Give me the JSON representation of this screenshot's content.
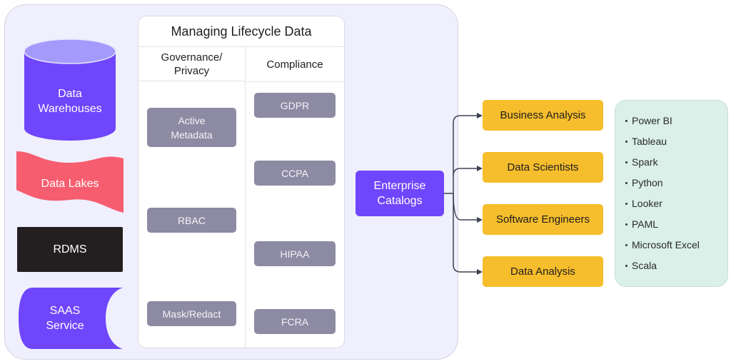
{
  "sources": [
    {
      "label": "Data Warehouses",
      "shape": "cylinder",
      "color": "#6f46fb"
    },
    {
      "label": "Data Lakes",
      "shape": "wave",
      "color": "#f65d6e"
    },
    {
      "label": "RDMS",
      "shape": "rectangle",
      "color": "#231f20"
    },
    {
      "label": "SAAS Service",
      "shape": "scroll",
      "color": "#6f46fb"
    }
  ],
  "lifecycle": {
    "title": "Managing Lifecycle Data",
    "governance": {
      "header": "Governance/ Privacy",
      "items": [
        "Active Metadata",
        "RBAC",
        "Mask/Redact"
      ]
    },
    "compliance": {
      "header": "Compliance",
      "items": [
        "GDPR",
        "CCPA",
        "HIPAA",
        "FCRA"
      ]
    }
  },
  "hub": {
    "label": "Enterprise Catalogs",
    "color": "#6f46fb"
  },
  "roles": [
    "Business Analysis",
    "Data Scientists",
    "Software Engineers",
    "Data Analysis"
  ],
  "tools": [
    "Power BI",
    "Tableau",
    "Spark",
    "Python",
    "Looker",
    "PAML",
    "Microsoft Excel",
    "Scala"
  ],
  "colors": {
    "panel": "#f0effd",
    "pill": "#8d8aa3",
    "role": "#f6bd2c",
    "tools_bg": "#daf0e8",
    "connector": "#3d4150"
  }
}
